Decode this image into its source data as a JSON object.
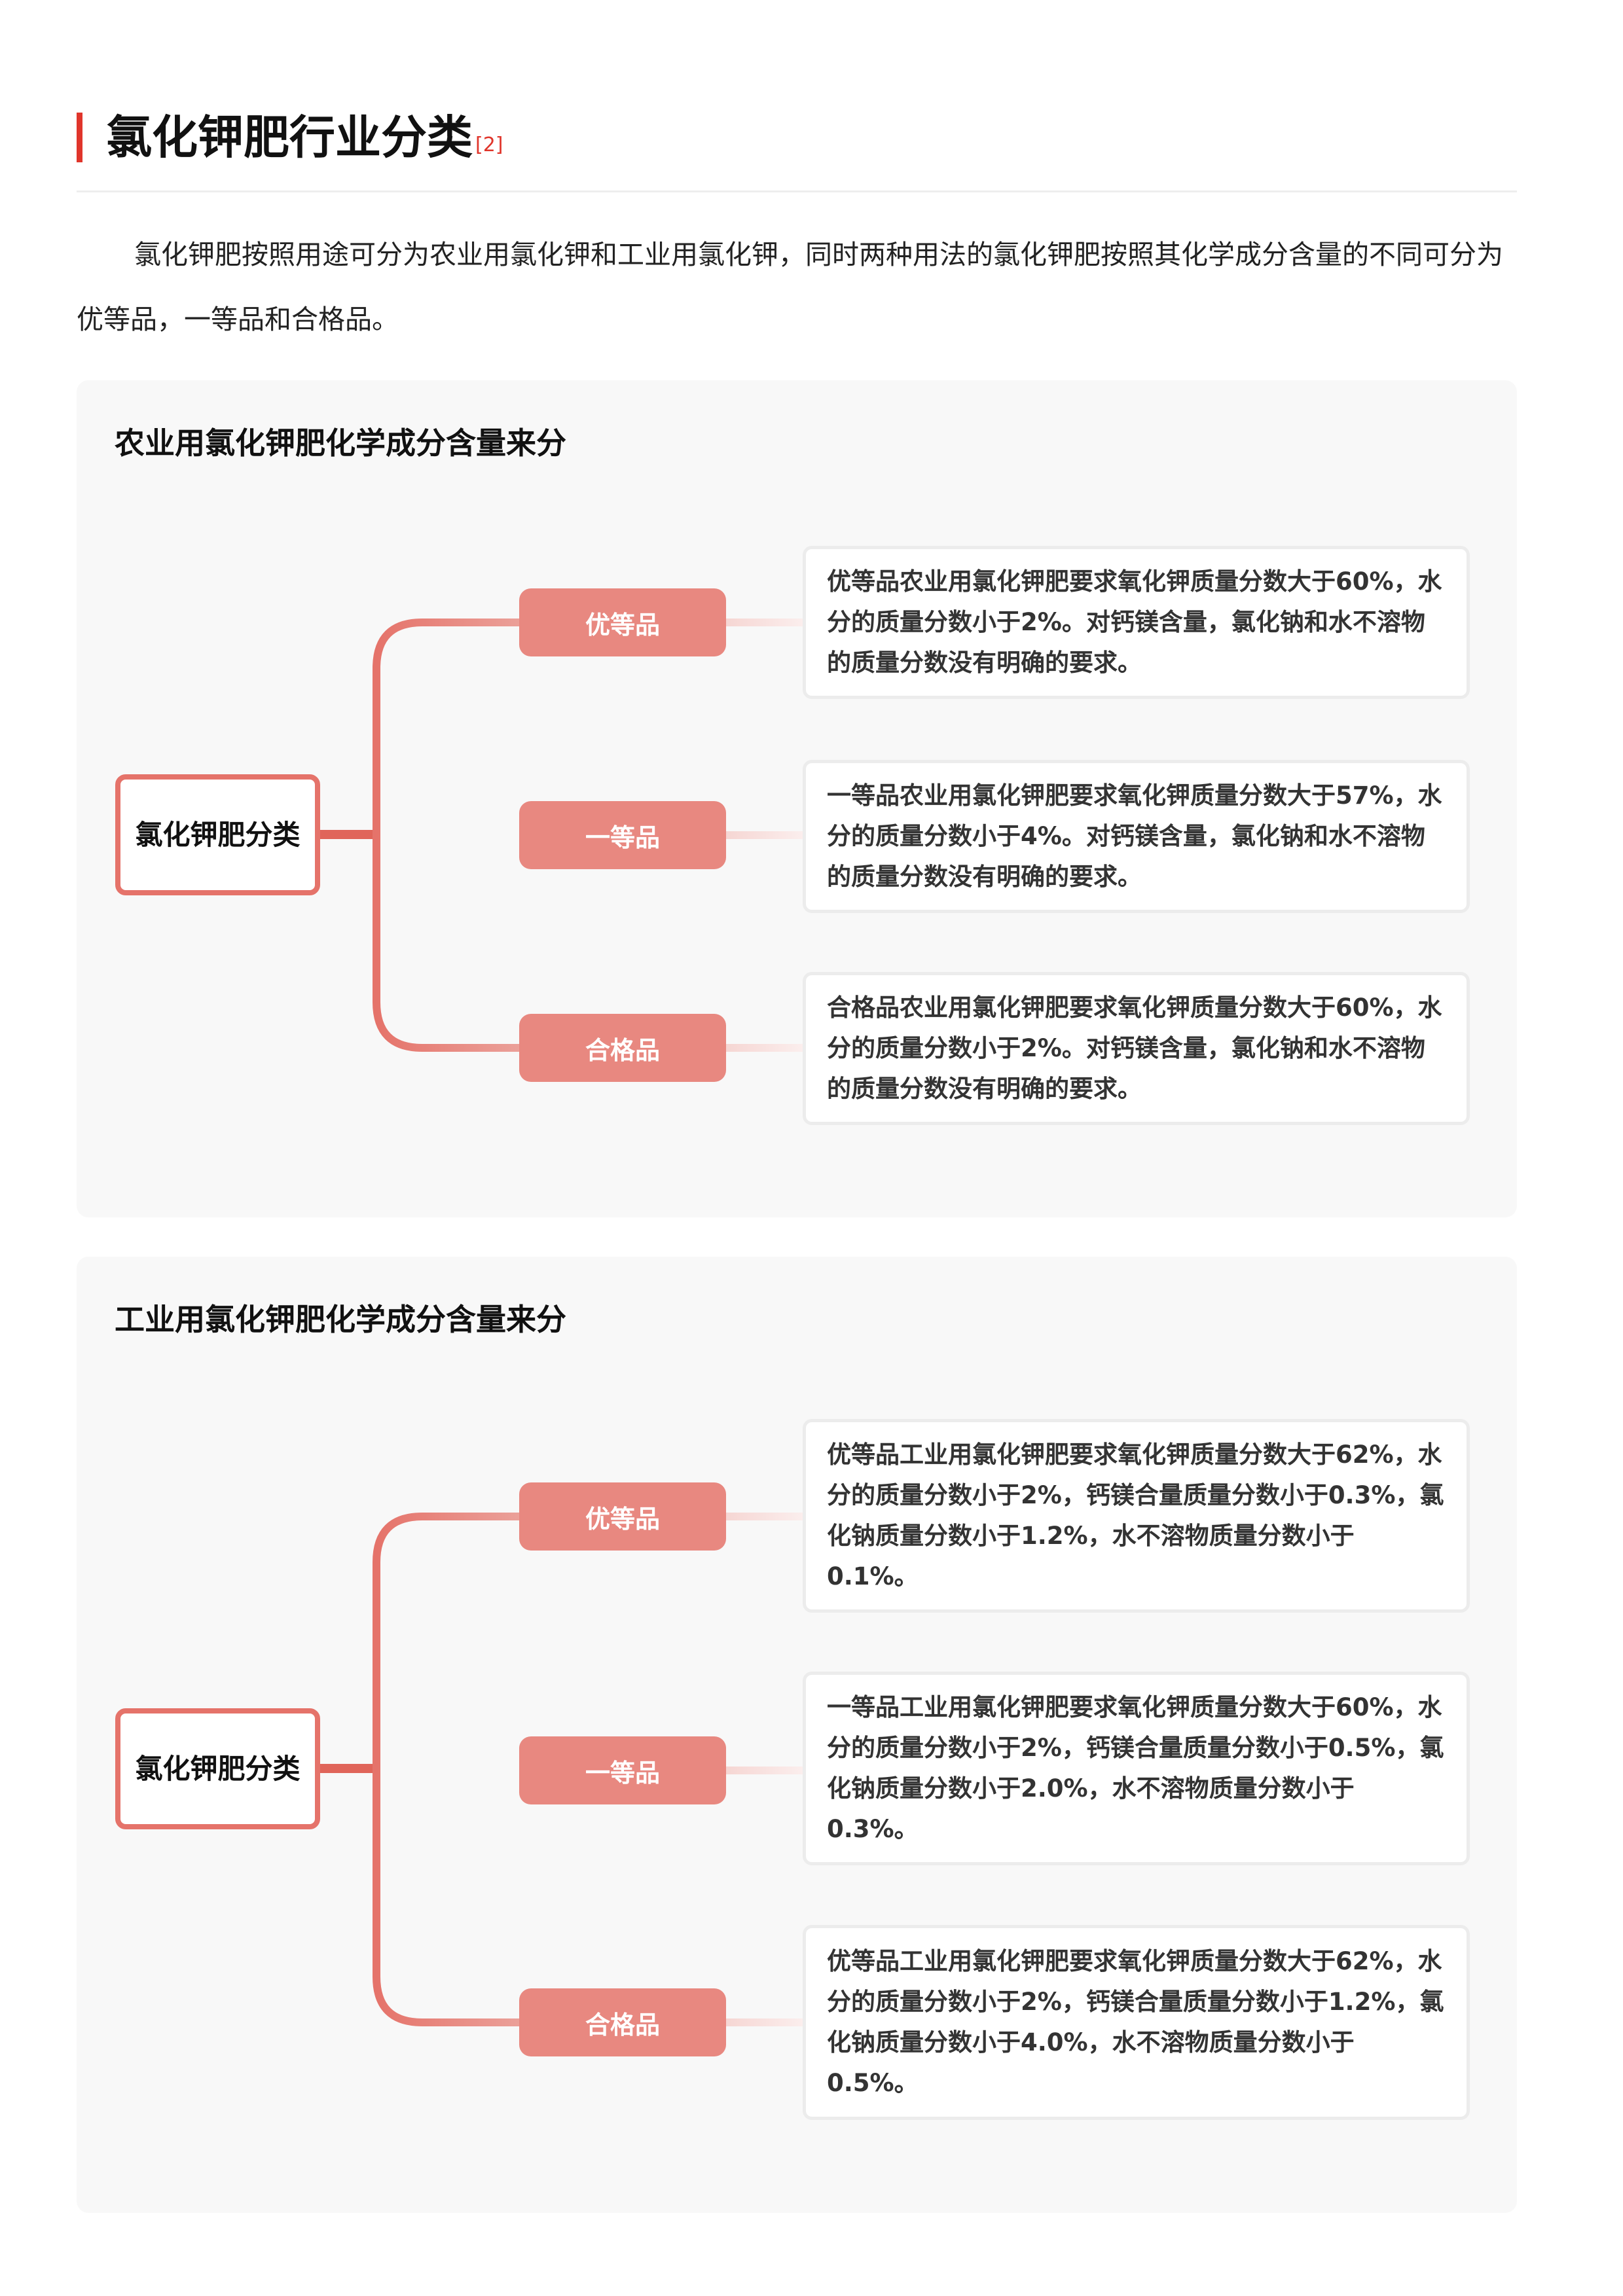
{
  "header": {
    "title": "氯化钾肥行业分类",
    "ref": "[2]"
  },
  "intro": "氯化钾肥按照用途可分为农业用氯化钾和工业用氯化钾，同时两种用法的氯化钾肥按照其化学成分含量的不同可分为优等品，一等品和合格品。",
  "colors": {
    "accent": "#e0352b",
    "connector": "#e5736a",
    "node": "#e88880"
  },
  "panels": [
    {
      "title": "农业用氯化钾肥化学成分含量来分",
      "root": "氯化钾肥分类",
      "nodes": [
        {
          "label": "优等品",
          "desc": "优等品农业用氯化钾肥要求氧化钾质量分数大于60%，水分的质量分数小于2%。对钙镁含量，氯化钠和水不溶物的质量分数没有明确的要求。"
        },
        {
          "label": "一等品",
          "desc": "一等品农业用氯化钾肥要求氧化钾质量分数大于57%，水分的质量分数小于4%。对钙镁含量，氯化钠和水不溶物的质量分数没有明确的要求。"
        },
        {
          "label": "合格品",
          "desc": "合格品农业用氯化钾肥要求氧化钾质量分数大于60%，水分的质量分数小于2%。对钙镁含量，氯化钠和水不溶物的质量分数没有明确的要求。"
        }
      ]
    },
    {
      "title": "工业用氯化钾肥化学成分含量来分",
      "root": "氯化钾肥分类",
      "nodes": [
        {
          "label": "优等品",
          "desc": "优等品工业用氯化钾肥要求氧化钾质量分数大于62%，水分的质量分数小于2%，钙镁合量质量分数小于0.3%，氯化钠质量分数小于1.2%，水不溶物质量分数小于0.1%。"
        },
        {
          "label": "一等品",
          "desc": "一等品工业用氯化钾肥要求氧化钾质量分数大于60%，水分的质量分数小于2%，钙镁合量质量分数小于0.5%，氯化钠质量分数小于2.0%，水不溶物质量分数小于0.3%。"
        },
        {
          "label": "合格品",
          "desc": "优等品工业用氯化钾肥要求氧化钾质量分数大于62%，水分的质量分数小于2%，钙镁合量质量分数小于1.2%，氯化钠质量分数小于4.0%，水不溶物质量分数小于0.5%。"
        }
      ]
    }
  ]
}
